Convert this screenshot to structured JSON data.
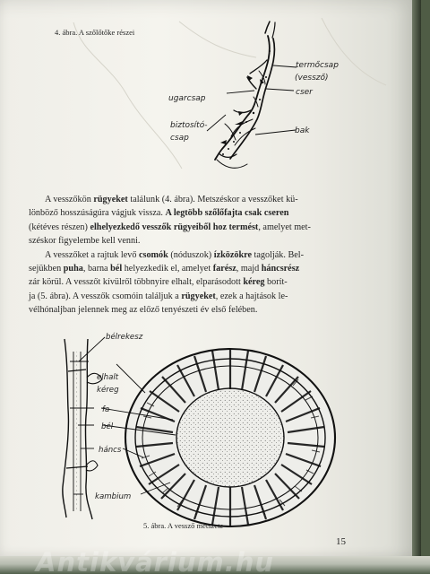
{
  "figure_4": {
    "caption": "4. ábra. A szőlőtőke részei",
    "labels": {
      "termocsap": "termőcsap",
      "vesszo": "(vessző)",
      "cser": "cser",
      "ugarcsap": "ugarcsap",
      "biztosito": "biztosító-",
      "csap": "csap",
      "bak": "bak"
    }
  },
  "body_text": {
    "l1_a": "A vesszőkön ",
    "l1_b": "rügyeket",
    "l1_c": " találunk (4. ábra). Metszéskor a vesszőket kü-",
    "l2_a": "lönböző hosszúságúra vágjuk vissza. ",
    "l2_b": "A legtöbb szőlőfajta csak cseren",
    "l3_a": "(kétéves részen) ",
    "l3_b": "elhelyezkedő vesszők rügyeiből hoz termést",
    "l3_c": ", amelyet met-",
    "l4": "széskor figyelembe kell venni.",
    "l5_a": "A vesszőket a rajtuk levő ",
    "l5_b": "csomók",
    "l5_c": " (nóduszok) ",
    "l5_d": "ízközökre",
    "l5_e": " tagolják. Bel-",
    "l6_a": "sejükben ",
    "l6_b": "puha",
    "l6_c": ", barna ",
    "l6_d": "bél",
    "l6_e": " helyezkedik el, amelyet ",
    "l6_f": "farész",
    "l6_g": ", majd ",
    "l6_h": "háncsrész",
    "l7": "zár körül. A vesszőt kívülről többnyire elhalt, elparásodott ",
    "l7_b": "kéreg",
    "l7_c": " borít-",
    "l8": "ja (5. ábra). A vesszők csomóin találjuk a ",
    "l8_b": "rügyeket",
    "l8_c": ", ezek a hajtások le-",
    "l9": "vélhónaljban jelennek meg az előző tenyészeti év első felében."
  },
  "figure_5": {
    "caption": "5. ábra. A vessző metszete",
    "labels": {
      "belrekesz": "bélrekesz",
      "elhalt": "elhalt",
      "kereg": "kéreg",
      "fa": "fa",
      "bel": "bél",
      "hancs": "háncs",
      "kambium": "kambium"
    }
  },
  "page_number": "15",
  "watermark": "Antikvárium.hu"
}
